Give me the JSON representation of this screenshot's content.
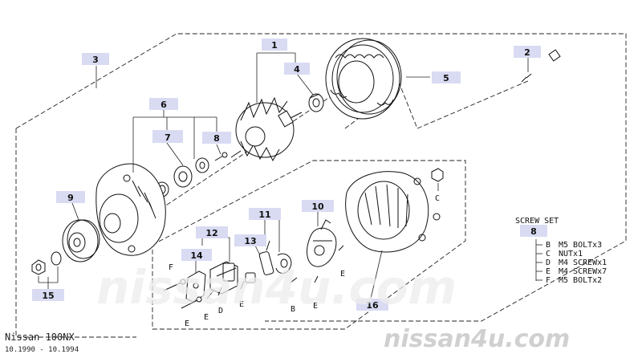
{
  "callouts": {
    "c1": "1",
    "c2": "2",
    "c3": "3",
    "c4": "4",
    "c5": "5",
    "c6": "6",
    "c7": "7",
    "c8": "8",
    "c9": "9",
    "c10": "10",
    "c11": "11",
    "c12": "12",
    "c13": "13",
    "c14": "14",
    "c15": "15",
    "c16": "16"
  },
  "screw_letters": {
    "f": "F",
    "e1": "E",
    "e2": "E",
    "e3": "E",
    "e4": "E",
    "e5": "E",
    "d": "D",
    "b": "B",
    "c": "C"
  },
  "screw_set": {
    "title": "SCREW SET",
    "number": "8",
    "rows": [
      {
        "letter": "B",
        "spec": "M5 BOLTx3"
      },
      {
        "letter": "C",
        "spec": "NUTx1"
      },
      {
        "letter": "D",
        "spec": "M4 SCREWx1"
      },
      {
        "letter": "E",
        "spec": "M4 SCREWx7"
      },
      {
        "letter": "F",
        "spec": "M5 BOLTx2"
      }
    ]
  },
  "watermarks": {
    "main": "nissan4u.com",
    "corner": "nissan4u.com"
  },
  "footer": {
    "model": "Nissan 100NX",
    "dates": "10.1990 - 10.1994"
  },
  "colors": {
    "callout_fill": "#d9dbf3",
    "ink": "#111111"
  }
}
